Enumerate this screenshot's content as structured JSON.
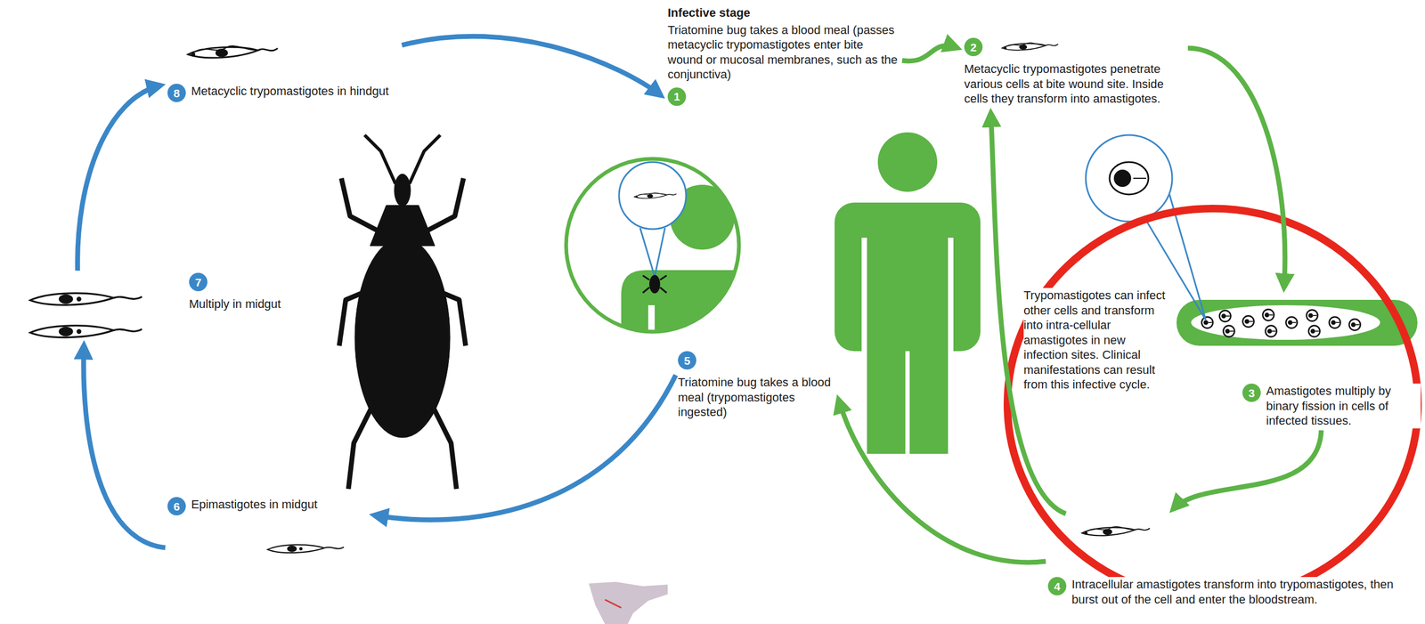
{
  "diagram": {
    "nodes": [
      {
        "text": [
          "Infective stage",
          "Triatomine bug takes a blood meal (passes metacyclic trypomastigotes enter bite wound or mucosal membranes, such as the conjunctiva)",
          "1"
        ]
      },
      {
        "text": [
          "2",
          "Metacyclic trypomastigotes penetrate various cells at bite wound site. Inside cells they transform into amastigotes."
        ]
      },
      {
        "text": [
          "3",
          "Amastigotes multiply by binary fission in cells of infected tissues."
        ]
      },
      {
        "text": [
          "4",
          "Intracellular amastigotes transform into trypomastigotes, then burst out of the cell and enter the bloodstream."
        ]
      },
      {
        "text": [
          "5",
          "Triatomine bug takes a blood meal (trypomastigotes ingested)"
        ]
      },
      {
        "text": [
          "6",
          "Epimastigotes in midgut"
        ]
      },
      {
        "text": [
          "7",
          "Multiply in midgut"
        ]
      },
      {
        "text": [
          "8",
          "Metacyclic trypomastigotes in hindgut"
        ]
      }
    ],
    "edges": [
      {
        "from": 0,
        "to": 1,
        "arrow": "to"
      },
      {
        "from": 1,
        "to": 2,
        "arrow": "to"
      },
      {
        "from": 2,
        "to": 3,
        "arrow": "to"
      },
      {
        "from": 3,
        "to": 4,
        "arrow": "to"
      },
      {
        "from": 4,
        "to": 5,
        "arrow": "to"
      },
      {
        "from": 5,
        "to": 6,
        "arrow": "to"
      },
      {
        "from": 6,
        "to": 7,
        "arrow": "to"
      },
      {
        "from": 7,
        "to": 0,
        "arrow": "to"
      },
      {
        "from": 3,
        "to": 1,
        "arrow": "to"
      }
    ],
    "labels": [
      "Trypomastigotes can infect other cells and transform into intra-cellular amastigotes in new infection sites. Clinical manifestations can result from this infective cycle."
    ]
  }
}
